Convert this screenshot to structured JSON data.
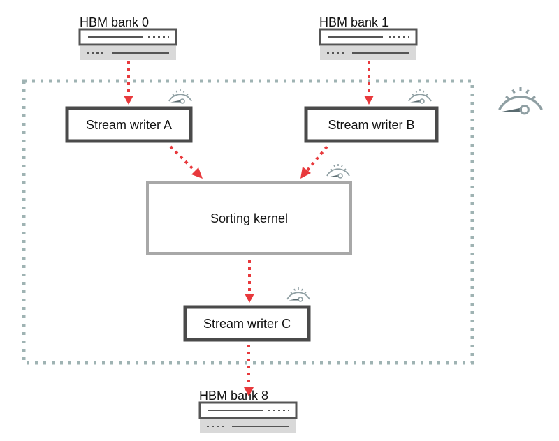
{
  "memory": {
    "bank0": "HBM bank 0",
    "bank1": "HBM bank 1",
    "bank8": "HBM bank 8"
  },
  "blocks": {
    "writer_a": "Stream writer A",
    "writer_b": "Stream writer B",
    "kernel": "Sorting kernel",
    "writer_c": "Stream writer C"
  },
  "colors": {
    "arrow": "#e8393c",
    "region_border": "#9fb3b3",
    "block_border": "#4a4a4a",
    "kernel_border": "#a8a8a8",
    "gauge": "#8f9fa3"
  },
  "icons": {
    "memory": "memory-module-icon",
    "gauge": "speedometer-icon"
  }
}
